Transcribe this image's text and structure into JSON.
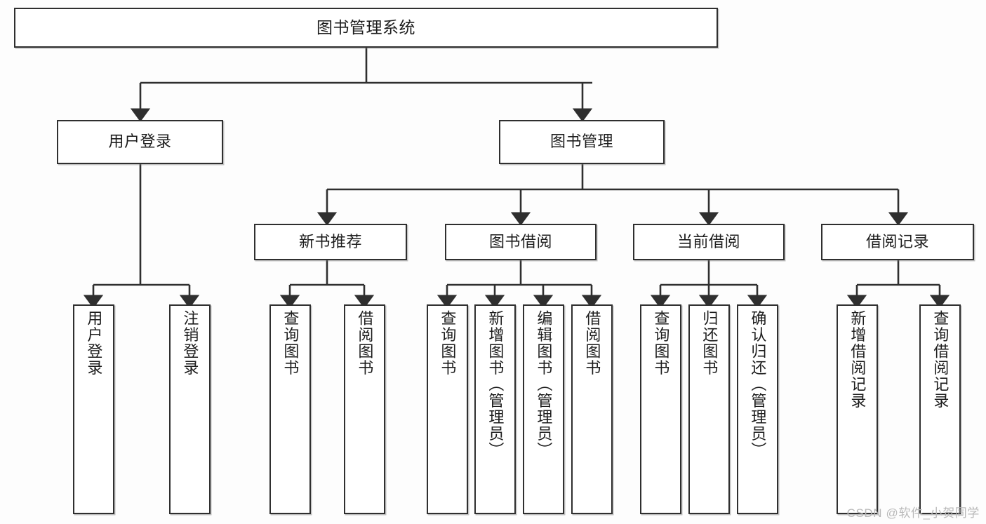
{
  "diagram": {
    "type": "tree-hierarchy-chart",
    "title": "图书管理系统",
    "watermark": "CSDN @软件_小贺同学",
    "colors": {
      "box_border": "#2f2f2f",
      "box_fill": "#ffffff",
      "edge": "#2f2f2f",
      "text": "#1d1d1d",
      "background": "#fdfdfd",
      "watermark": "#b9b9b9"
    },
    "levels": {
      "root": {
        "label": "图书管理系统"
      },
      "level2": [
        {
          "label": "用户登录"
        },
        {
          "label": "图书管理"
        }
      ],
      "level3": [
        {
          "label": "新书推荐"
        },
        {
          "label": "图书借阅"
        },
        {
          "label": "当前借阅"
        },
        {
          "label": "借阅记录"
        }
      ],
      "leaves": {
        "user_login": [
          {
            "label": "用户登录"
          },
          {
            "label": "注销登录"
          }
        ],
        "new_book_recommend": [
          {
            "label": "查询图书"
          },
          {
            "label": "借阅图书"
          }
        ],
        "book_borrow": [
          {
            "label": "查询图书"
          },
          {
            "label": "新增图书（管理员）"
          },
          {
            "label": "编辑图书（管理员）"
          },
          {
            "label": "借阅图书"
          }
        ],
        "current_borrow": [
          {
            "label": "查询图书"
          },
          {
            "label": "归还图书"
          },
          {
            "label": "确认归还（管理员）"
          }
        ],
        "borrow_record": [
          {
            "label": "新增借阅记录"
          },
          {
            "label": "查询借阅记录"
          }
        ]
      }
    }
  }
}
